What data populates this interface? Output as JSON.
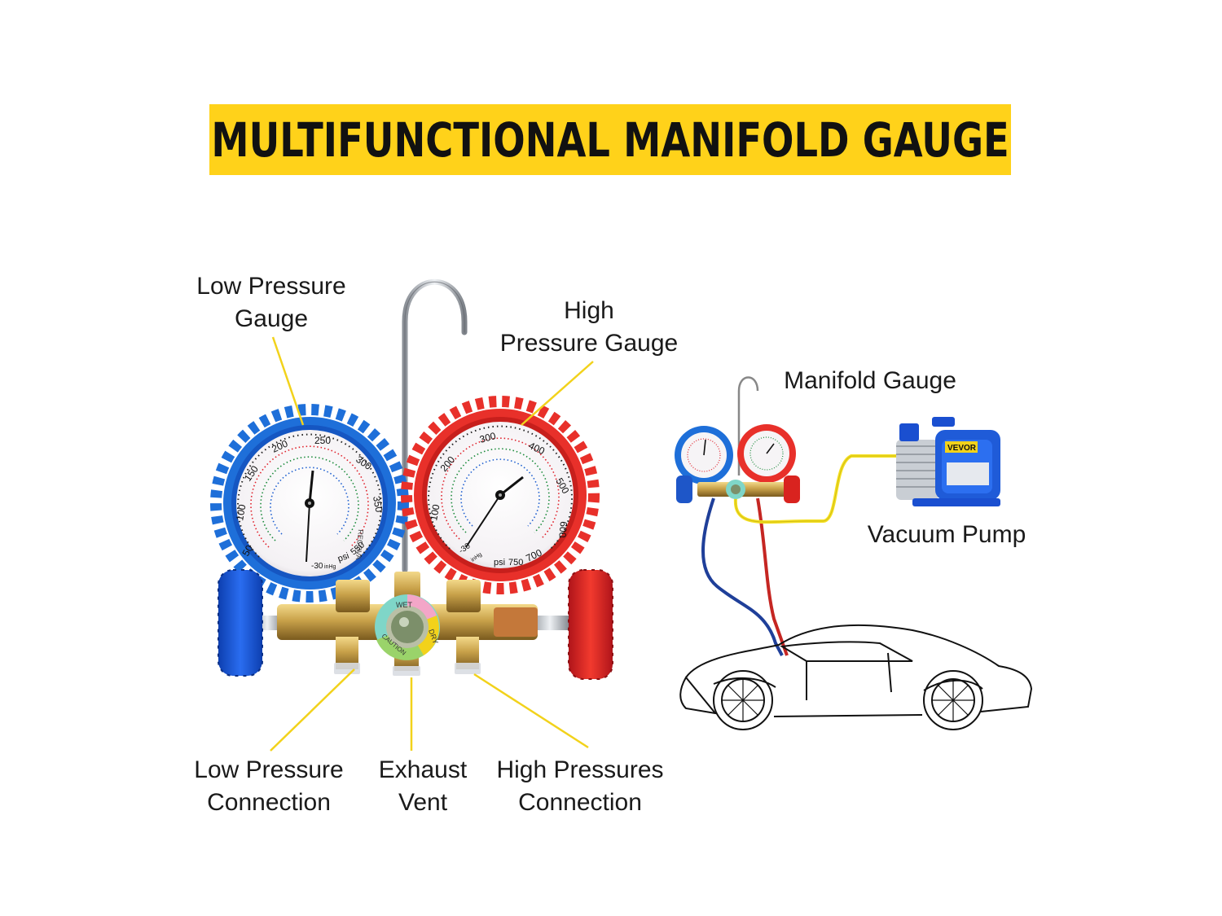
{
  "title": "MULTIFUNCTIONAL MANIFOLD GAUGE",
  "colors": {
    "banner": "#ffd21a",
    "leader_line": "#f2d21b",
    "low_side": "#1e6fd9",
    "high_side": "#e8302a",
    "vacuum_hose": "#f5e020",
    "brass": "#c9a24a"
  },
  "labels": {
    "low_gauge": [
      "Low Pressure",
      "Gauge"
    ],
    "high_gauge": [
      "High",
      "Pressure Gauge"
    ],
    "low_conn": [
      "Low Pressure",
      "Connection"
    ],
    "exhaust": [
      "Exhaust",
      "Vent"
    ],
    "high_conn": [
      "High Pressures",
      "Connection"
    ],
    "manifold": "Manifold Gauge",
    "pump": "Vacuum Pump"
  },
  "low_dial": {
    "outer_scale": [
      "50",
      "100",
      "150",
      "200",
      "250",
      "300",
      "350"
    ],
    "unit": "psi",
    "max": "550",
    "vacuum": "-30",
    "vacuum_unit": "inHg",
    "brand": "RECOVA"
  },
  "high_dial": {
    "outer_scale": [
      "100",
      "200",
      "300",
      "400",
      "500",
      "600",
      "700"
    ],
    "unit": "psi",
    "max": "750",
    "vacuum": "-30",
    "vacuum_unit": "inHg"
  },
  "sight_glass": {
    "wet": "WET",
    "dry": "DRY",
    "caution": "CAUTION"
  },
  "pump_brand": "VEVOR",
  "icons": [
    "hook-icon",
    "car-outline-icon",
    "vacuum-pump-icon"
  ]
}
